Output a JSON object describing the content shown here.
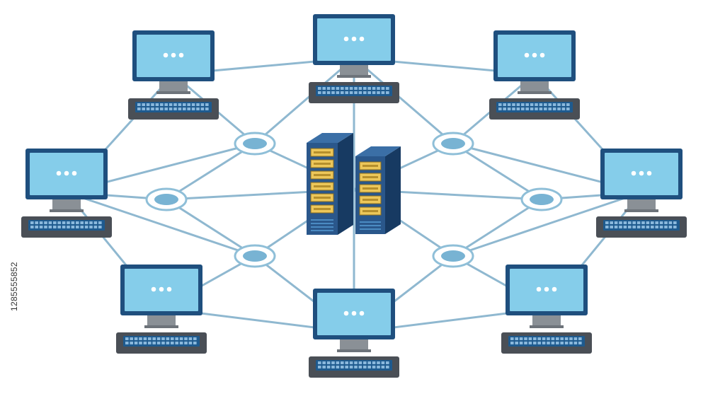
{
  "diagram": {
    "nodes": [
      {
        "id": "pc-top-left",
        "kind": "computer",
        "screen_glyph": "dots-icon"
      },
      {
        "id": "pc-top-center",
        "kind": "computer",
        "screen_glyph": "dots-icon"
      },
      {
        "id": "pc-top-right",
        "kind": "computer",
        "screen_glyph": "dots-icon"
      },
      {
        "id": "pc-mid-left",
        "kind": "computer",
        "screen_glyph": "dots-icon"
      },
      {
        "id": "pc-mid-right",
        "kind": "computer",
        "screen_glyph": "dots-icon"
      },
      {
        "id": "pc-bottom-left",
        "kind": "computer",
        "screen_glyph": "dots-icon"
      },
      {
        "id": "pc-bottom-center",
        "kind": "computer",
        "screen_glyph": "dots-icon"
      },
      {
        "id": "pc-bottom-right",
        "kind": "computer",
        "screen_glyph": "dots-icon"
      },
      {
        "id": "hub-upper-left",
        "kind": "hub"
      },
      {
        "id": "hub-upper-right",
        "kind": "hub"
      },
      {
        "id": "hub-left",
        "kind": "hub"
      },
      {
        "id": "hub-right",
        "kind": "hub"
      },
      {
        "id": "hub-lower-left",
        "kind": "hub"
      },
      {
        "id": "hub-lower-right",
        "kind": "hub"
      },
      {
        "id": "server-cluster",
        "kind": "server",
        "icon": "server-rack-icon"
      }
    ],
    "links": [
      [
        "pc-top-left",
        "pc-top-center"
      ],
      [
        "pc-top-center",
        "pc-top-right"
      ],
      [
        "pc-top-left",
        "pc-mid-left"
      ],
      [
        "pc-top-right",
        "pc-mid-right"
      ],
      [
        "pc-mid-left",
        "pc-bottom-left"
      ],
      [
        "pc-mid-right",
        "pc-bottom-right"
      ],
      [
        "pc-bottom-left",
        "pc-bottom-center"
      ],
      [
        "pc-bottom-center",
        "pc-bottom-right"
      ],
      [
        "pc-top-left",
        "hub-upper-left"
      ],
      [
        "pc-top-center",
        "hub-upper-left"
      ],
      [
        "pc-mid-left",
        "hub-upper-left"
      ],
      [
        "pc-top-center",
        "hub-upper-right"
      ],
      [
        "pc-top-right",
        "hub-upper-right"
      ],
      [
        "pc-mid-right",
        "hub-upper-right"
      ],
      [
        "pc-mid-left",
        "hub-left"
      ],
      [
        "pc-mid-left",
        "hub-lower-left"
      ],
      [
        "pc-bottom-left",
        "hub-lower-left"
      ],
      [
        "pc-bottom-center",
        "hub-lower-left"
      ],
      [
        "pc-mid-right",
        "hub-right"
      ],
      [
        "pc-mid-right",
        "hub-lower-right"
      ],
      [
        "pc-bottom-right",
        "hub-lower-right"
      ],
      [
        "pc-bottom-center",
        "hub-lower-right"
      ],
      [
        "hub-upper-left",
        "hub-left"
      ],
      [
        "hub-left",
        "hub-lower-left"
      ],
      [
        "hub-upper-right",
        "hub-right"
      ],
      [
        "hub-right",
        "hub-lower-right"
      ],
      [
        "hub-upper-left",
        "server-cluster"
      ],
      [
        "hub-upper-right",
        "server-cluster"
      ],
      [
        "hub-left",
        "server-cluster"
      ],
      [
        "hub-right",
        "server-cluster"
      ],
      [
        "hub-lower-left",
        "server-cluster"
      ],
      [
        "hub-lower-right",
        "server-cluster"
      ],
      [
        "pc-top-center",
        "server-cluster"
      ],
      [
        "pc-bottom-center",
        "server-cluster"
      ]
    ]
  },
  "colors": {
    "link": "#8fb8d0",
    "screen": "#85cdea",
    "frame": "#1f4f7e",
    "stand": "#8a9096",
    "keyboard_base": "#4a4f56",
    "keyboard_inner": "#1e5a8e",
    "hub_fill": "#78b3d3",
    "hub_ring": "#8fbfd8",
    "server_front": "#2a578b",
    "server_side": "#173a62",
    "server_slot": "#ecc75a",
    "server_vent": "#4b8bc2"
  },
  "side_id": "1285555852"
}
